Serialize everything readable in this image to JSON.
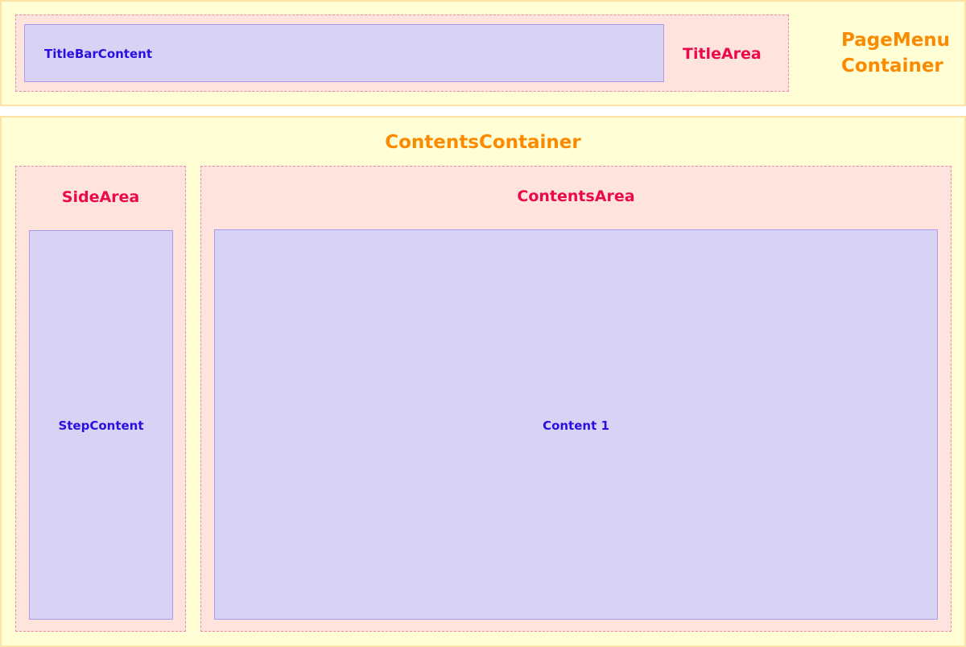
{
  "page_menu_container": {
    "label_line1": "PageMenu",
    "label_line2": "Container",
    "title_area": {
      "label": "TitleArea",
      "title_bar_content": {
        "label": "TitleBarContent"
      }
    }
  },
  "contents_container": {
    "label": "ContentsContainer",
    "side_area": {
      "label": "SideArea",
      "step_content": {
        "label": "StepContent"
      }
    },
    "contents_area": {
      "label": "ContentsArea",
      "content": {
        "label": "Content 1"
      }
    }
  },
  "colors": {
    "container_fill": "#fffed5",
    "container_label": "#fb8a00",
    "area_fill": "#ffe3dd",
    "area_label": "#ea0a4a",
    "content_fill": "#d8d3f4",
    "content_label": "#2a10e0"
  }
}
